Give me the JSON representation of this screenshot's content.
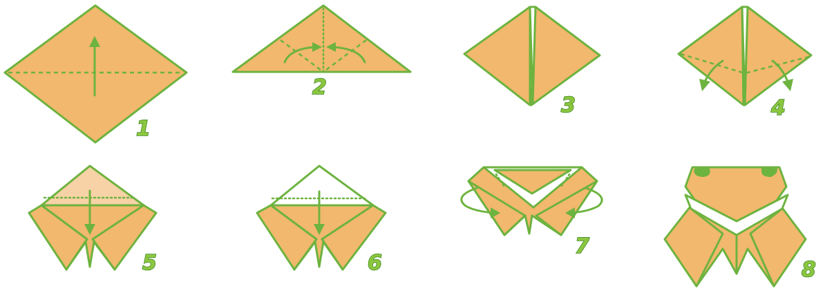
{
  "steps": [
    {
      "number": "1"
    },
    {
      "number": "2"
    },
    {
      "number": "3"
    },
    {
      "number": "4"
    },
    {
      "number": "5"
    },
    {
      "number": "6"
    },
    {
      "number": "7"
    },
    {
      "number": "8"
    }
  ],
  "colors": {
    "paper": "#f2b86e",
    "outline": "#6db33f",
    "number_fill": "#8cc63f",
    "number_stroke": "#3f8a25",
    "background": "#ffffff"
  }
}
